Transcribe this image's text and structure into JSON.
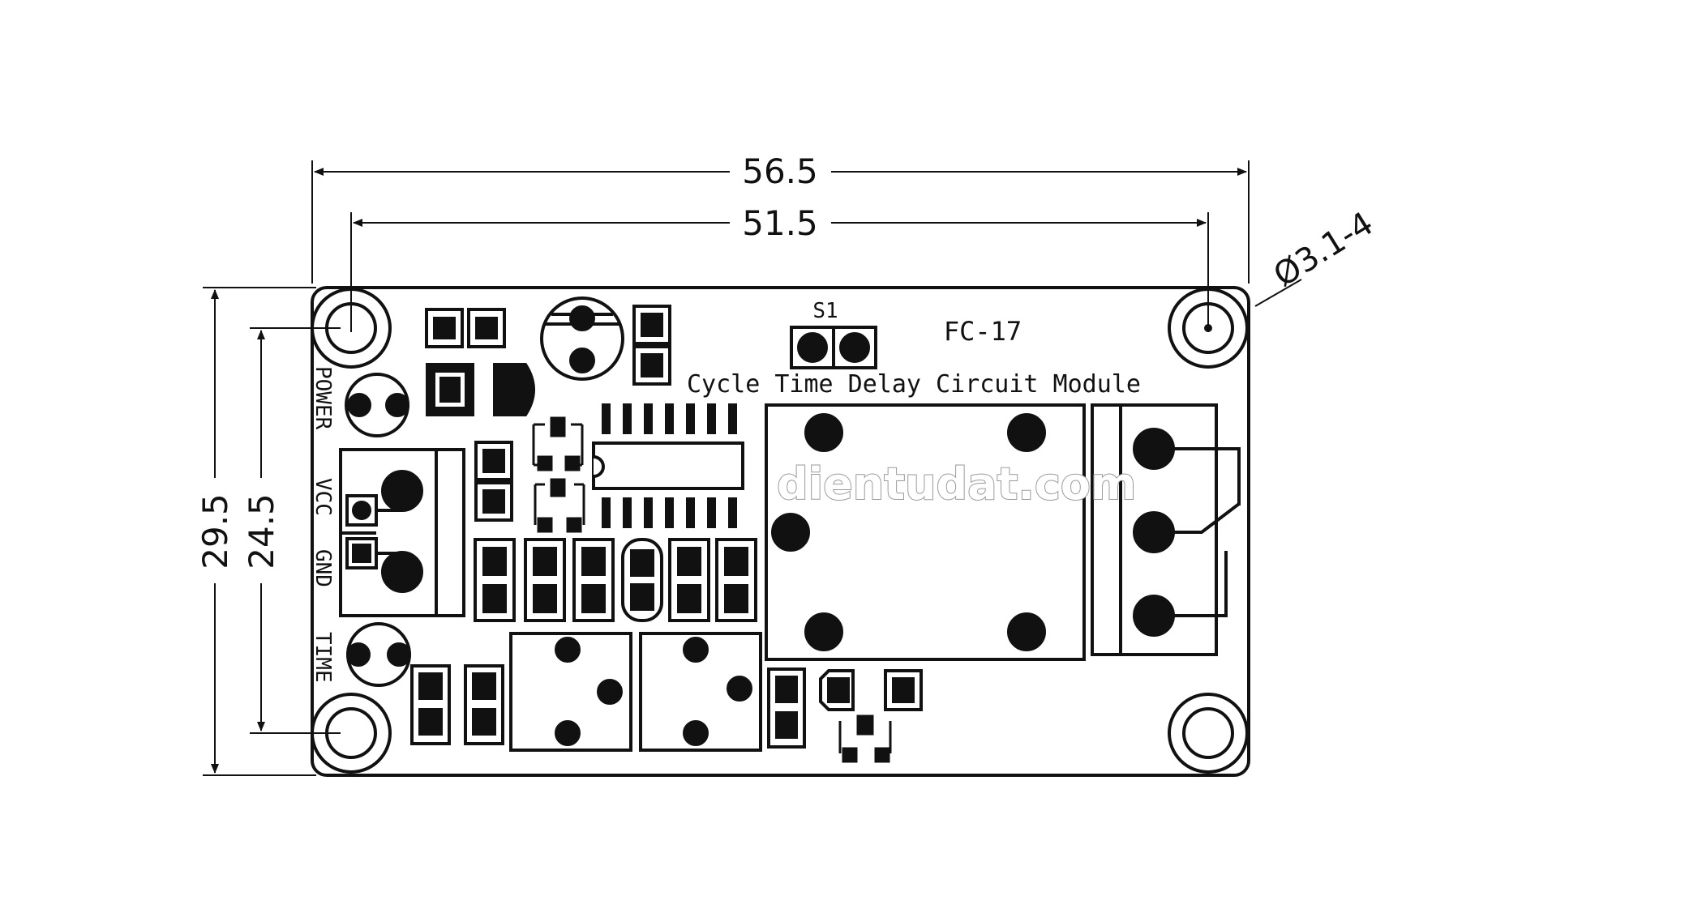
{
  "dimensions": {
    "overall_width": "56.5",
    "hole_spacing_width": "51.5",
    "overall_height": "29.5",
    "hole_spacing_height": "24.5",
    "hole_diameter": "Ø3.1-4"
  },
  "silkscreen": {
    "switch_label": "S1",
    "model": "FC-17",
    "title": "Cycle Time Delay Circuit Module",
    "power": "POWER",
    "vcc": "VCC",
    "gnd": "GND",
    "time": "TIME"
  },
  "watermark": "dientudat.com",
  "colors": {
    "ink": "#111111",
    "background": "#ffffff",
    "watermark_stroke": "#9a9a9a"
  }
}
